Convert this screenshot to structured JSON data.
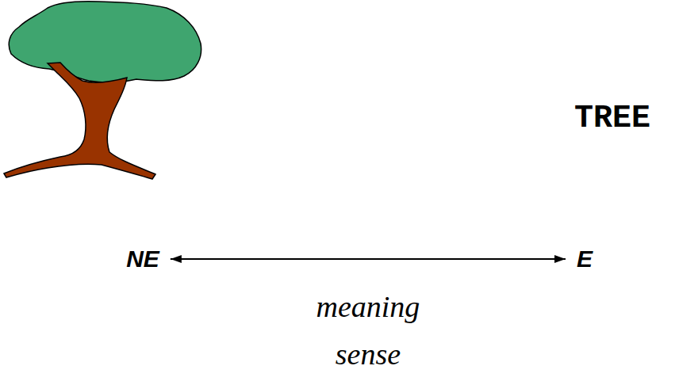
{
  "diagram": {
    "nodes": [
      {
        "text": [
          "NE"
        ]
      },
      {
        "text": [
          "E"
        ]
      }
    ],
    "edges": [
      {
        "from": 0,
        "to": 1,
        "arrow": "both",
        "label": "meaning sense"
      }
    ],
    "labels": [
      "TREE"
    ]
  }
}
